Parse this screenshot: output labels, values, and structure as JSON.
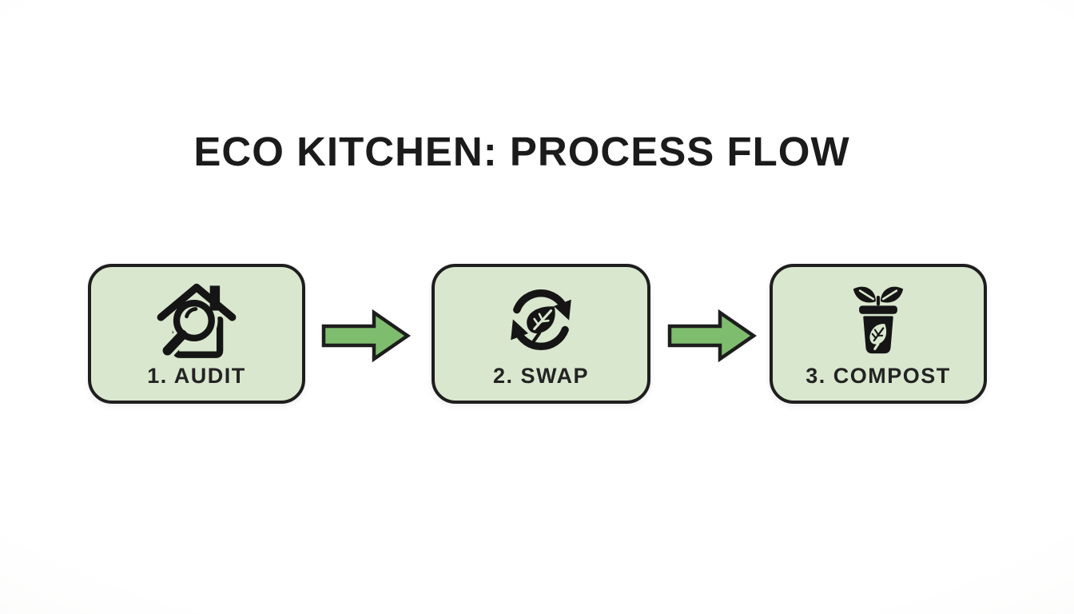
{
  "title": "ECO KITCHEN: PROCESS FLOW",
  "steps": [
    {
      "label": "1. AUDIT",
      "icon": "house-magnifier-audit-icon"
    },
    {
      "label": "2. SWAP",
      "icon": "leaf-recycle-swap-icon"
    },
    {
      "label": "3. COMPOST",
      "icon": "compost-bin-leaf-icon"
    }
  ],
  "colors": {
    "box_fill": "#d9e7ce",
    "box_border": "#1e1e1e",
    "arrow_fill": "#7fbd6e",
    "arrow_border": "#1d1d1d",
    "title_color": "#1b1b1b",
    "label_color": "#232323",
    "icon_color": "#151515",
    "background": "#fdfdfd"
  }
}
